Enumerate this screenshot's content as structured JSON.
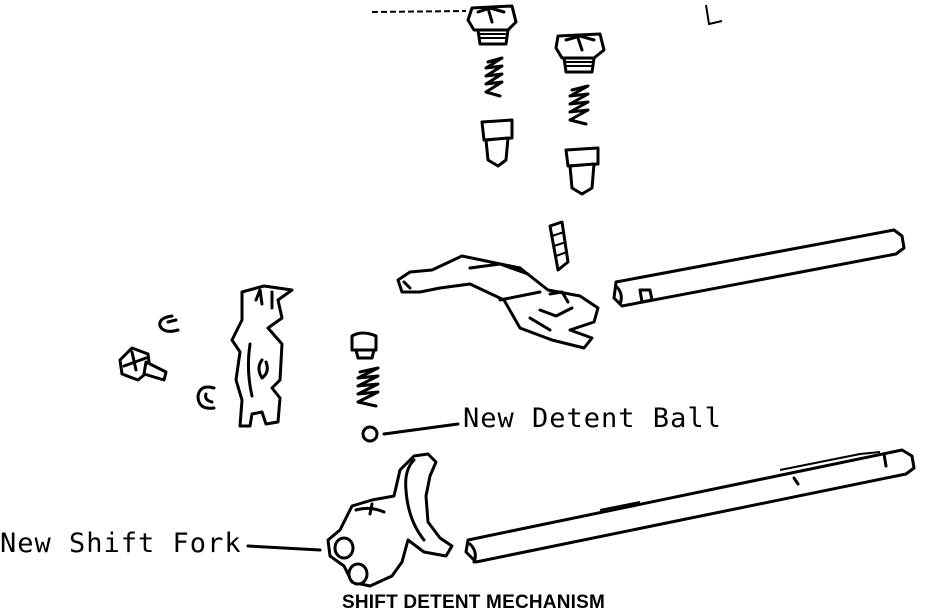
{
  "labels": {
    "detent_ball": "New Detent Ball",
    "shift_fork": "New Shift Fork"
  },
  "caption": "SHIFT DETENT MECHANISM"
}
